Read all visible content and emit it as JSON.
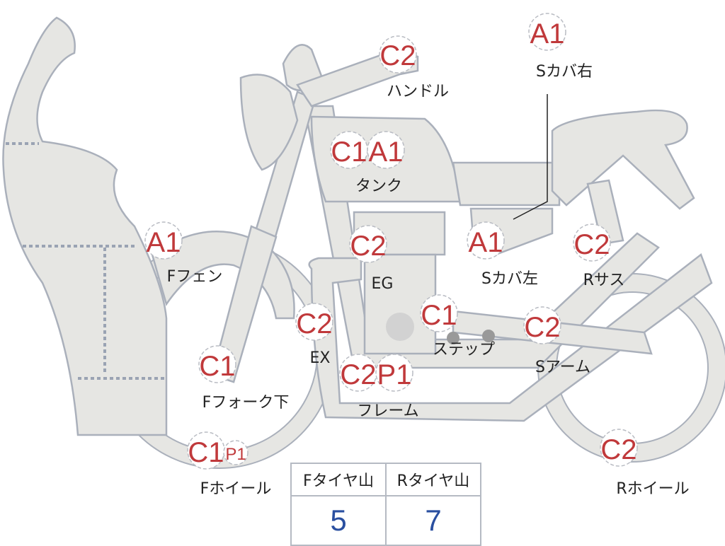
{
  "parts": [
    {
      "name": "handle",
      "codes": [
        "C2"
      ],
      "label": "ハンドル"
    },
    {
      "name": "side-cover-right",
      "codes": [
        "A1"
      ],
      "label": "Sカバ右"
    },
    {
      "name": "tank",
      "codes": [
        "C1",
        "A1"
      ],
      "label": "タンク"
    },
    {
      "name": "front-fender",
      "codes": [
        "A1"
      ],
      "label": "Fフェン"
    },
    {
      "name": "engine",
      "codes": [
        "C2"
      ],
      "label": "EG"
    },
    {
      "name": "side-cover-left",
      "codes": [
        "A1"
      ],
      "label": "Sカバ左"
    },
    {
      "name": "rear-suspension",
      "codes": [
        "C2"
      ],
      "label": "Rサス"
    },
    {
      "name": "exhaust",
      "codes": [
        "C2"
      ],
      "label": "EX"
    },
    {
      "name": "step",
      "codes": [
        "C1"
      ],
      "label": "ステップ"
    },
    {
      "name": "swing-arm",
      "codes": [
        "C2"
      ],
      "label": "Sアーム"
    },
    {
      "name": "front-fork-lower",
      "codes": [
        "C1"
      ],
      "label": "Fフォーク下"
    },
    {
      "name": "frame",
      "codes": [
        "C2",
        "P1"
      ],
      "label": "フレーム"
    },
    {
      "name": "front-wheel",
      "codes": [
        "C1",
        "P1"
      ],
      "label": "Fホイール"
    },
    {
      "name": "rear-wheel",
      "codes": [
        "C2"
      ],
      "label": "Rホイール"
    }
  ],
  "tire_table": {
    "headers": [
      "Fタイヤ山",
      "Rタイヤ山"
    ],
    "values": [
      "5",
      "7"
    ]
  },
  "colors": {
    "code": "#c0393b",
    "value": "#2a4fa0",
    "part_fill": "#e6e6e3"
  }
}
